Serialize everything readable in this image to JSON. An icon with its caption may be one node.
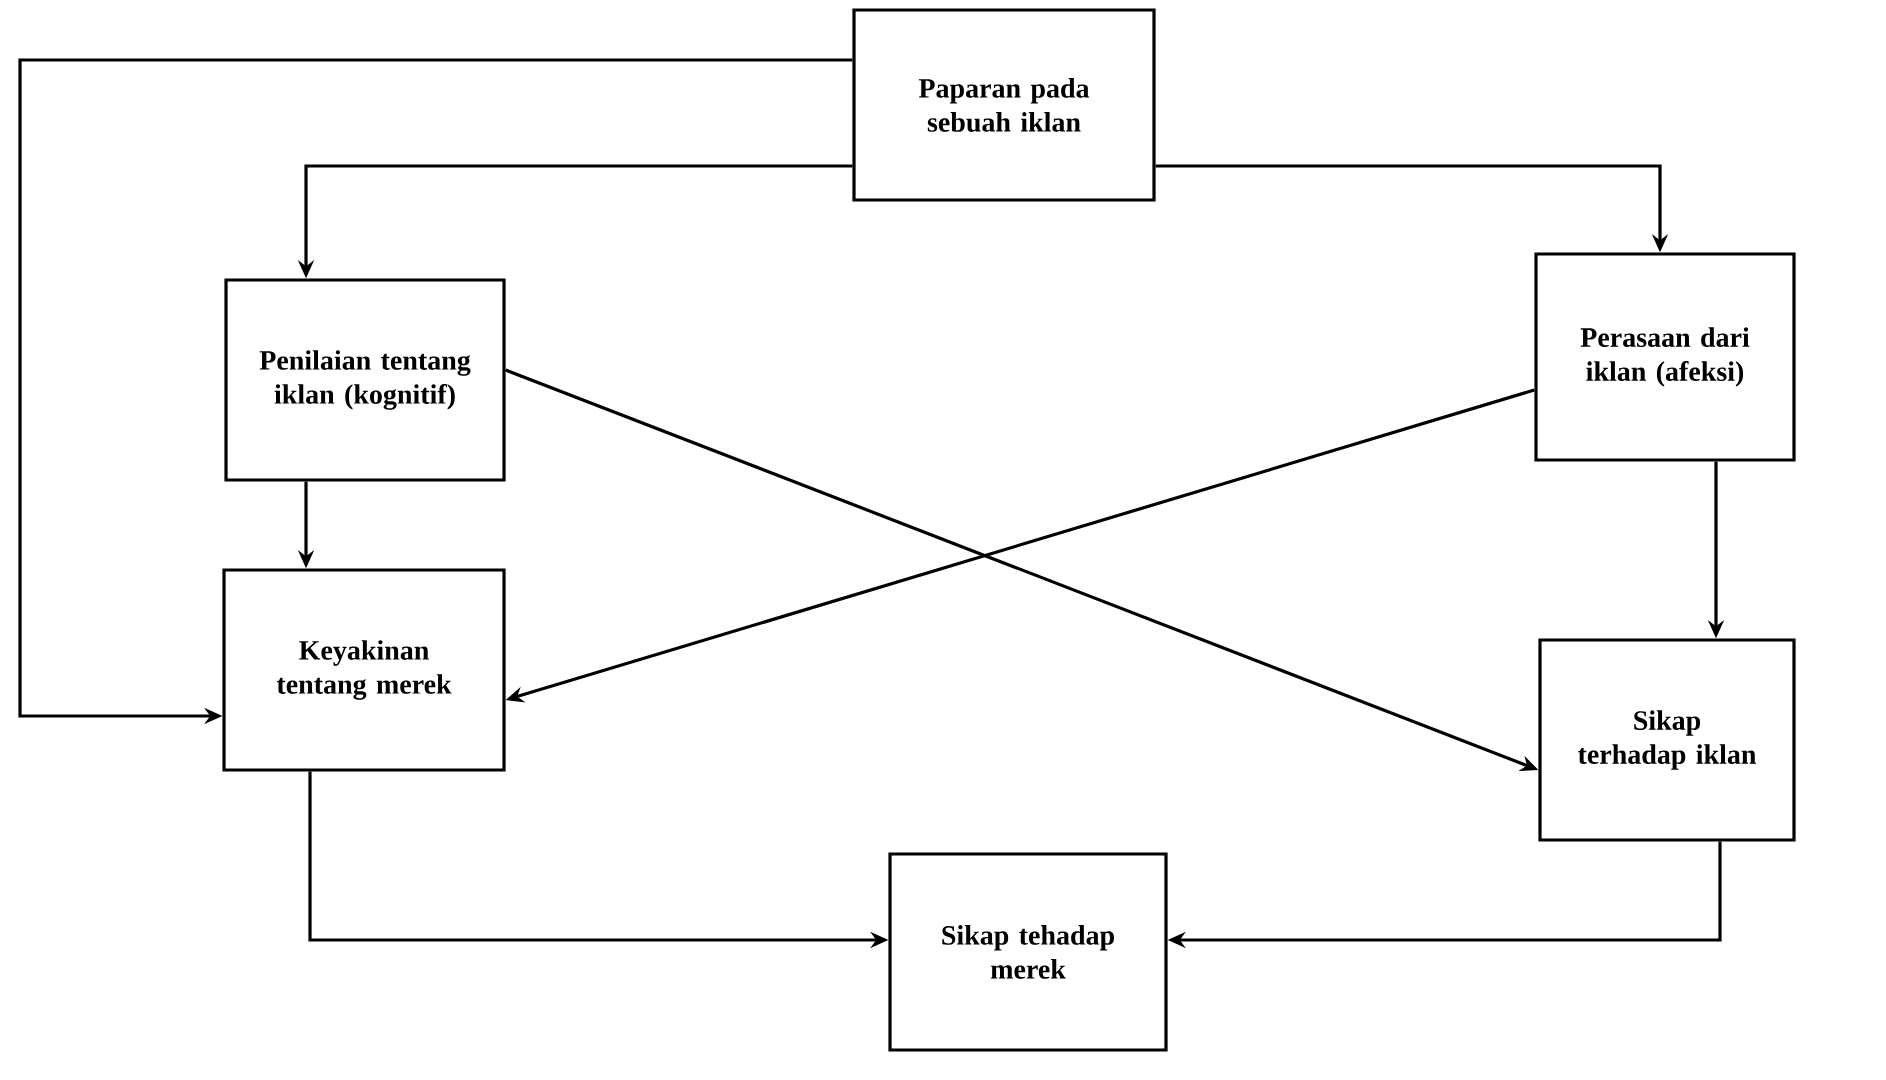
{
  "diagram": {
    "nodes": [
      {
        "text": [
          "Paparan pada sebuah iklan"
        ]
      },
      {
        "text": [
          "Penilaian tentang iklan (kognitif)"
        ]
      },
      {
        "text": [
          "Perasaan dari iklan (afeksi)"
        ]
      },
      {
        "text": [
          "Keyakinan tentang merek"
        ]
      },
      {
        "text": [
          "Sikap terhadap iklan"
        ]
      },
      {
        "text": [
          "Sikap tehadap merek"
        ]
      }
    ],
    "edges": [
      {
        "from": 0,
        "to": 1,
        "arrow": "to"
      },
      {
        "from": 0,
        "to": 2,
        "arrow": "to"
      },
      {
        "from": 0,
        "to": 3,
        "arrow": "to"
      },
      {
        "from": 1,
        "to": 3,
        "arrow": "to"
      },
      {
        "from": 2,
        "to": 4,
        "arrow": "to"
      },
      {
        "from": 1,
        "to": 4,
        "arrow": "to"
      },
      {
        "from": 2,
        "to": 3,
        "arrow": "to"
      },
      {
        "from": 3,
        "to": 5,
        "arrow": "to"
      },
      {
        "from": 4,
        "to": 5,
        "arrow": "to"
      }
    ]
  }
}
